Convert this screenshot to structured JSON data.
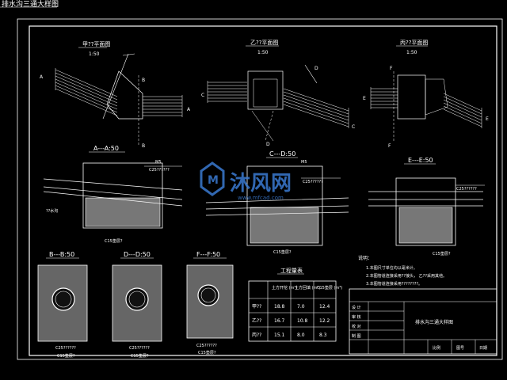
{
  "header": {
    "fragment": "排水沟三通大样图"
  },
  "plans": [
    {
      "title": "甲??平面图",
      "scale": "1:50"
    },
    {
      "title": "乙??平面图",
      "scale": "1:50"
    },
    {
      "title": "丙??平面图",
      "scale": "1:50"
    }
  ],
  "plan_markers": {
    "a": [
      "A",
      "A",
      "B",
      "B"
    ],
    "b": [
      "C",
      "C",
      "D",
      "D"
    ],
    "c": [
      "E",
      "E",
      "F",
      "F"
    ]
  },
  "sections": [
    {
      "title": "A---A:50",
      "note": "C25??????",
      "note2": "M5",
      "left_note": "??水沟",
      "bottom": "C15垫层?"
    },
    {
      "title": "C---D:50",
      "note": "C25??????",
      "note2": "M5",
      "bottom": "C15垫层?"
    },
    {
      "title": "E---E:50",
      "note": "C25??????",
      "bottom": "C15垫层?"
    }
  ],
  "small_sections": [
    {
      "title": "B---B:50",
      "note1": "C25??????",
      "note2": "C15垫层?"
    },
    {
      "title": "D---D:50",
      "note1": "C25??????",
      "note2": "C15垫层?"
    },
    {
      "title": "F---F:50",
      "note1": "C25??????",
      "note2": "C15垫层?"
    }
  ],
  "table": {
    "title": "工程量表",
    "headers": [
      "",
      "土方开挖\n(m³)",
      "土方回填\n(m³)",
      "C15垫层\n(m³)"
    ],
    "rows": [
      [
        "甲??",
        "18.8",
        "7.0",
        "12.4"
      ],
      [
        "乙??",
        "16.7",
        "10.8",
        "12.2"
      ],
      [
        "丙??",
        "15.1",
        "8.0",
        "8.3"
      ]
    ]
  },
  "notes": {
    "label": "说明：",
    "items": [
      "1.本图尺寸单位均以毫米计。",
      "2.本图管道连接采用??接头， 乙??采用其他。",
      "3.本图管道连接采用????????。"
    ]
  },
  "title_block": {
    "rows": [
      "",
      "设 计",
      "审 核",
      "校 对",
      "制 图"
    ],
    "drawing_title": "排水沟三通大样图",
    "bottom_cells": [
      "比例",
      "图号",
      "日期"
    ]
  },
  "watermark": {
    "text": "沐风网",
    "sub": "www.mfcad.com"
  },
  "colors": {
    "line": "#ffffff",
    "hatch": "#d0d0d0",
    "accent": "#ffff66",
    "watermark": "#3a7ad0"
  }
}
